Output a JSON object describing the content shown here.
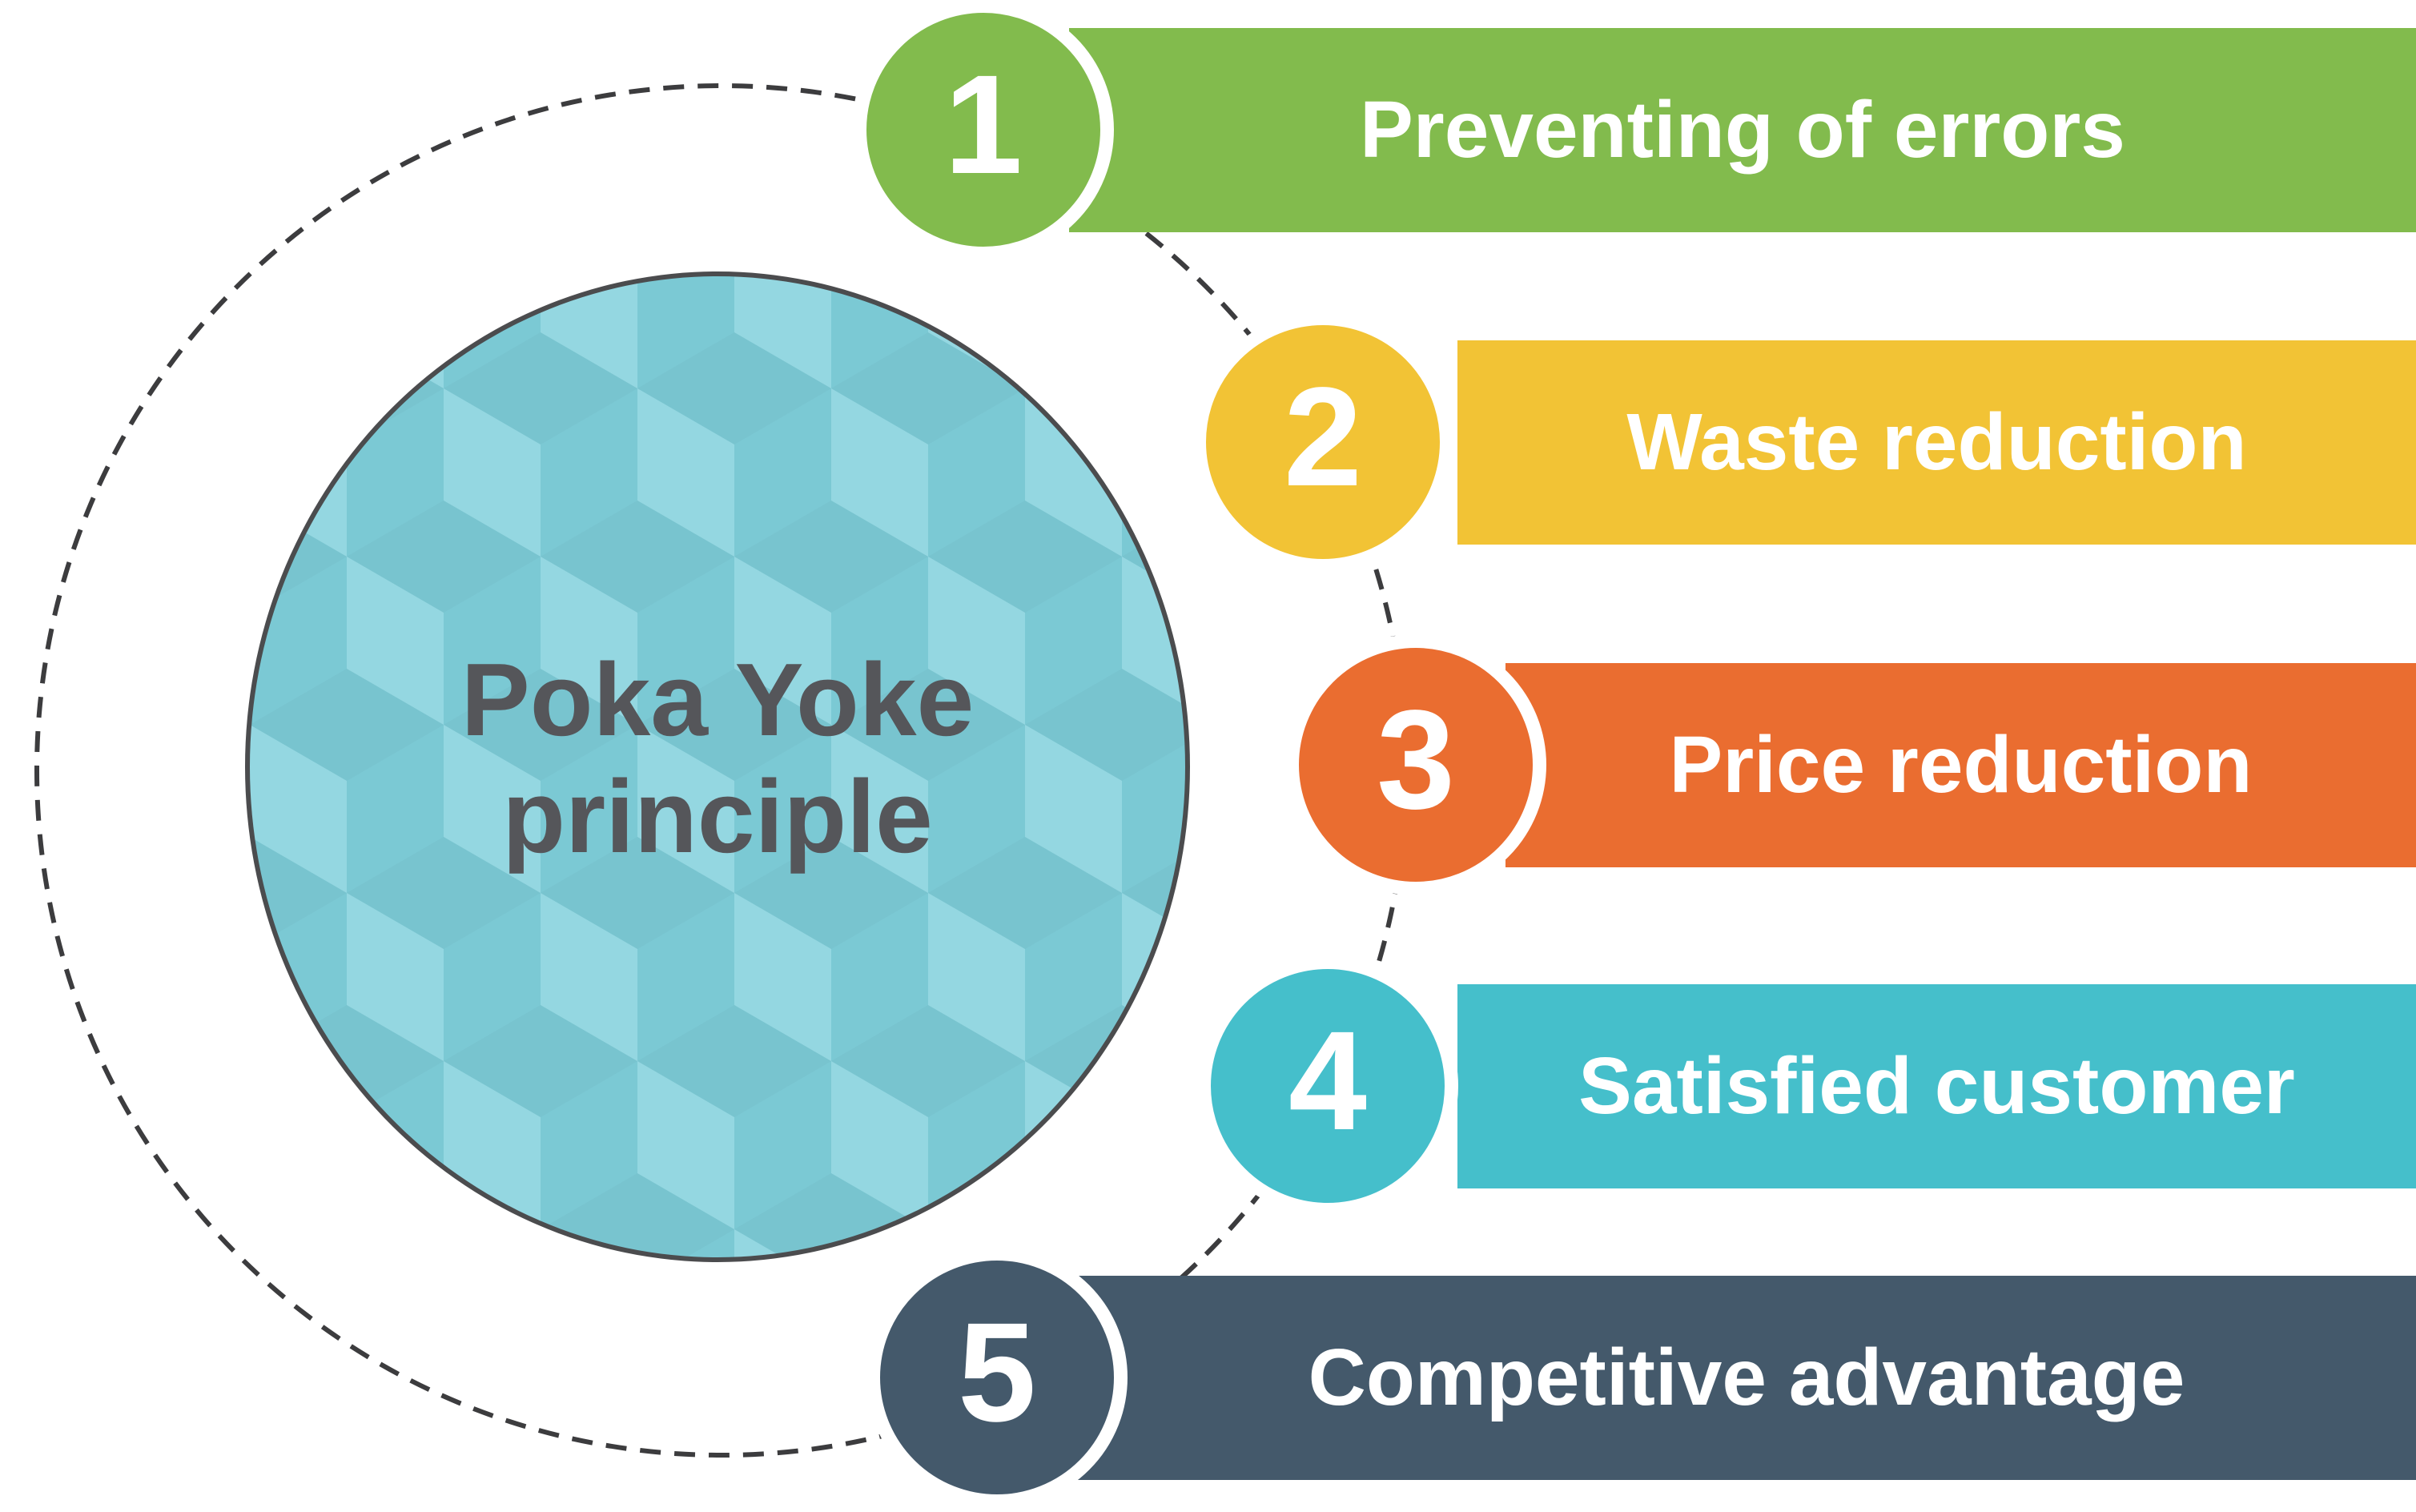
{
  "center": {
    "line1": "Poka Yoke",
    "line2": "principle"
  },
  "items": [
    {
      "number": "1",
      "label": "Preventing of errors",
      "color": "#82bb4d"
    },
    {
      "number": "2",
      "label": "Waste reduction",
      "color": "#f2c335"
    },
    {
      "number": "3",
      "label": "Price reduction",
      "color": "#ea6d30"
    },
    {
      "number": "4",
      "label": "Satisfied customer",
      "color": "#45bfcb"
    },
    {
      "number": "5",
      "label": "Competitive advantage",
      "color": "#44596b"
    }
  ],
  "palette": {
    "background": "#ffffff",
    "dashed_line": "#3c3c3e",
    "center_fill": "#7fcfdb",
    "center_border": "#4b4c4e",
    "center_text": "#55565a",
    "item_text": "#ffffff",
    "badge_ring": "#ffffff"
  }
}
